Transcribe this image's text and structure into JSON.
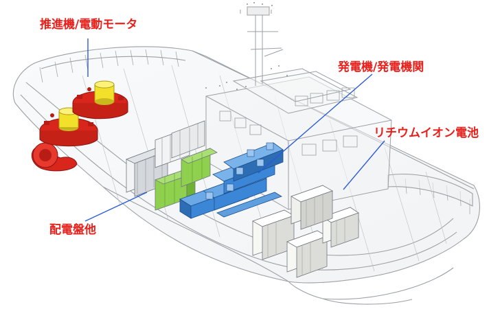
{
  "callouts": {
    "propulsion": "推進機/電動モータ",
    "generator": "発電機/発電機関",
    "battery": "リチウムイオン電池",
    "switchboard": "配電盤他"
  },
  "colors": {
    "label_text": "#e8201b",
    "leader_line": "#2a5bd7",
    "hull_line": "#9aa0a6",
    "propulsion_red": "#d9261c",
    "motor_yellow": "#f3e02a",
    "generator_blue": "#3b86d6",
    "switchboard_green": "#8fd14f",
    "battery_white": "#f7f7f4"
  }
}
